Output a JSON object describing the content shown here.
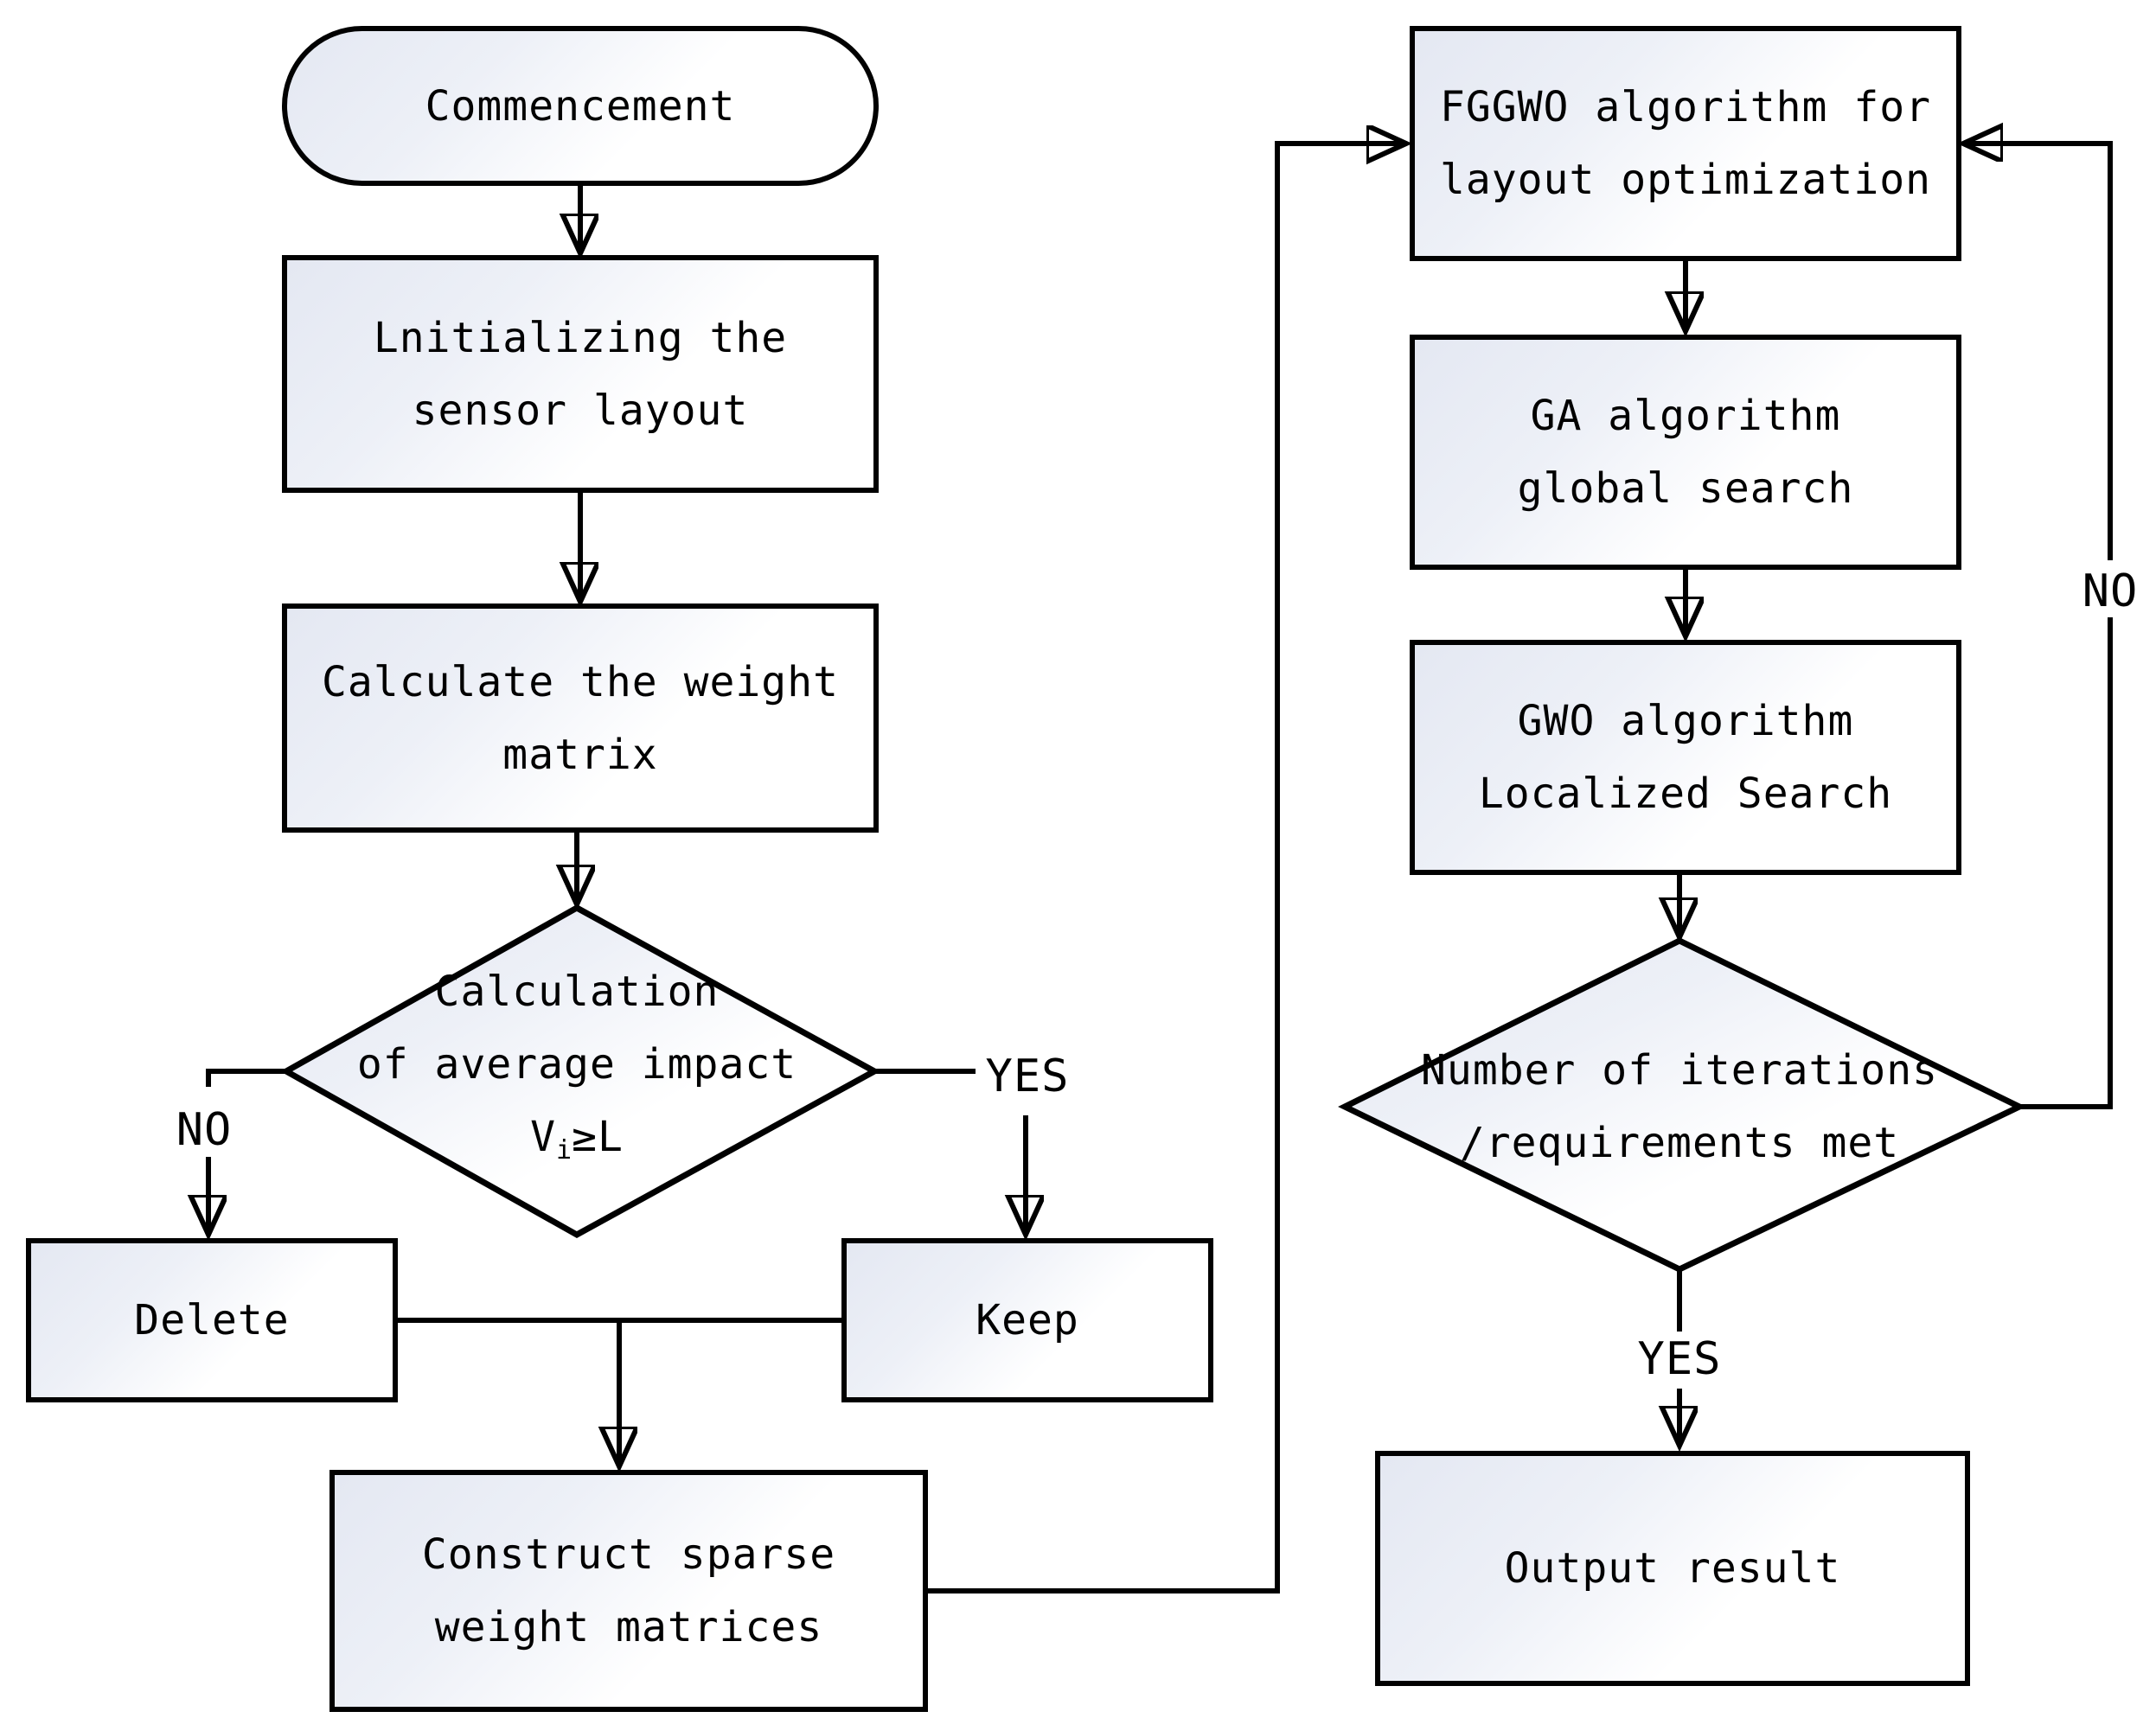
{
  "diagram": {
    "colors": {
      "background": "#ffffff",
      "node_border": "#010101",
      "node_fill_top_left": "#e4e8f2",
      "node_fill_bottom_right": "#ffffff",
      "connector": "#000000",
      "text": "#000000"
    },
    "nodes": {
      "commencement": {
        "shape": "stadium",
        "label": "Commencement"
      },
      "init_sensor": {
        "shape": "process",
        "lines": [
          "Lnitializing the",
          "sensor layout"
        ]
      },
      "calc_weight": {
        "shape": "process",
        "lines": [
          "Calculate the weight",
          "matrix"
        ]
      },
      "impact_decision": {
        "shape": "decision",
        "lines": [
          "Calculation",
          "of average impact"
        ],
        "formula": {
          "base": "V",
          "subscript": "i",
          "comparison": "≥L"
        }
      },
      "delete": {
        "shape": "process",
        "label": "Delete"
      },
      "keep": {
        "shape": "process",
        "label": "Keep"
      },
      "construct_sparse": {
        "shape": "process",
        "lines": [
          "Construct sparse",
          "weight matrices"
        ]
      },
      "fggwo": {
        "shape": "process",
        "lines": [
          "FGGWO algorithm for",
          "layout optimization"
        ]
      },
      "ga": {
        "shape": "process",
        "lines": [
          "GA algorithm",
          "global search"
        ]
      },
      "gwo": {
        "shape": "process",
        "lines": [
          "GWO algorithm",
          "Localized Search"
        ]
      },
      "iterations_decision": {
        "shape": "decision",
        "lines": [
          "Number of iterations",
          "/requirements met"
        ]
      },
      "output": {
        "shape": "process",
        "label": "Output result"
      }
    },
    "edge_labels": {
      "no_left": "NO",
      "yes_left": "YES",
      "yes_right": "YES",
      "no_right": "NO"
    }
  }
}
